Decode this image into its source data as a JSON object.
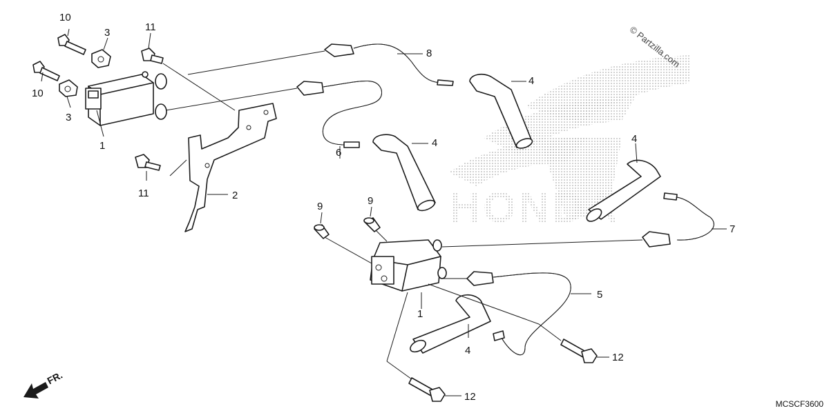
{
  "watermark": "© Partzilla.com",
  "diagram_code": "MCSCF3600",
  "front_indicator": "FR.",
  "logo_text": "HONDA",
  "callouts": {
    "c10a": "10",
    "c10b": "10",
    "c3a": "3",
    "c3b": "3",
    "c11a": "11",
    "c11b": "11",
    "c1a": "1",
    "c1b": "1",
    "c2": "2",
    "c8": "8",
    "c6": "6",
    "c4a": "4",
    "c4b": "4",
    "c4c": "4",
    "c4d": "4",
    "c9a": "9",
    "c9b": "9",
    "c7": "7",
    "c5": "5",
    "c12a": "12",
    "c12b": "12"
  }
}
